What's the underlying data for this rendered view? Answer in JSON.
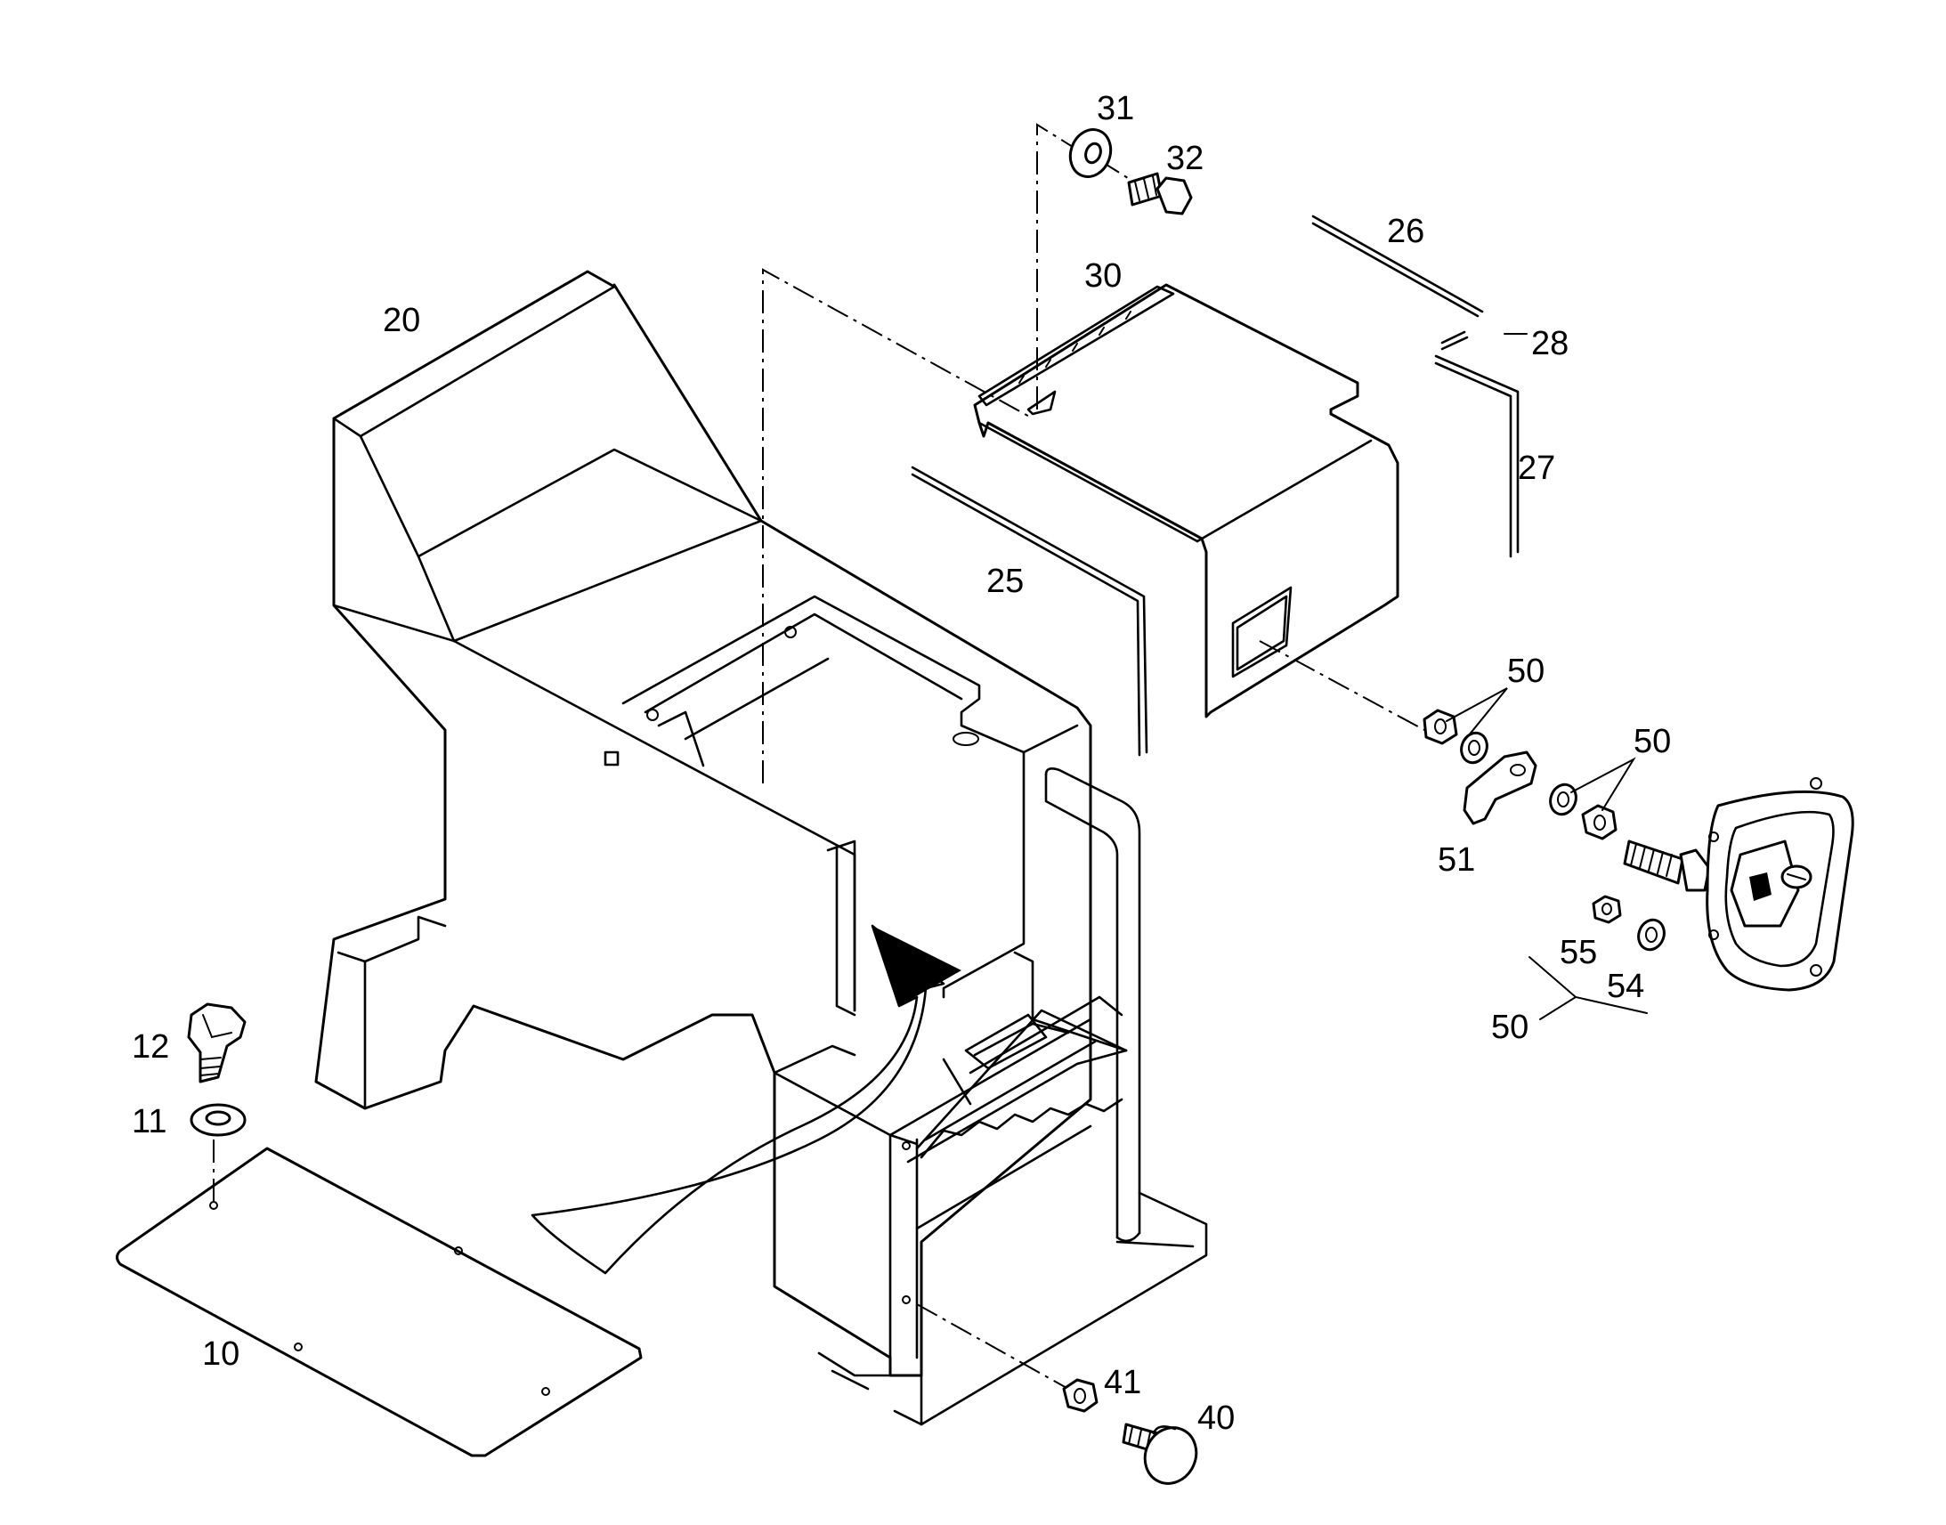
{
  "diagram": {
    "callouts": {
      "c10": "10",
      "c11": "11",
      "c12": "12",
      "c20": "20",
      "c25": "25",
      "c26": "26",
      "c27": "27",
      "c28": "28",
      "c30": "30",
      "c31": "31",
      "c32": "32",
      "c40": "40",
      "c41": "41",
      "c50a": "50",
      "c50b": "50",
      "c50c": "50",
      "c51": "51",
      "c54": "54",
      "c55": "55"
    }
  }
}
